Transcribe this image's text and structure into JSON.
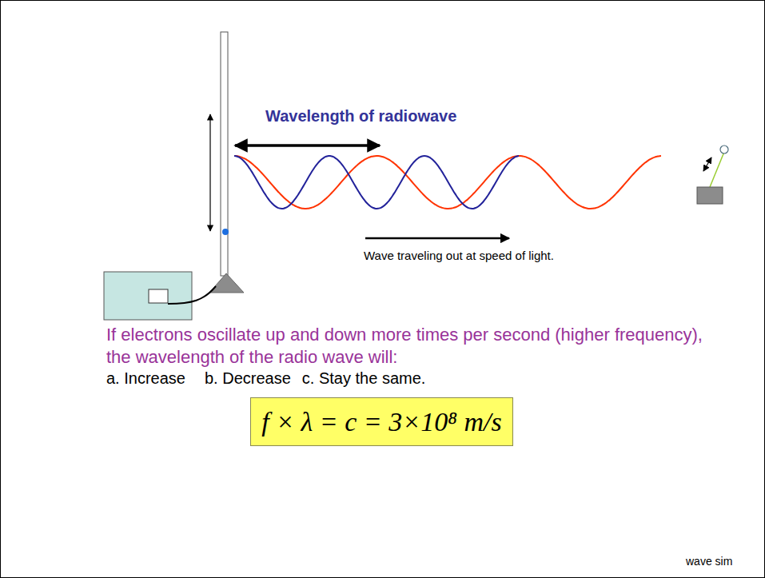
{
  "diagram": {
    "nodes": [
      {
        "text": [
          "f × λ = c = 3×10⁸ m/s"
        ]
      }
    ],
    "labels": [
      "Wavelength of radiowave",
      "Wave traveling out at speed of light.",
      "If electrons oscillate up and down more times per second (higher frequency), the wavelength of the radio wave will:",
      "a.  Increase",
      "b. Decrease",
      "c. Stay the same.",
      "wave sim"
    ]
  }
}
